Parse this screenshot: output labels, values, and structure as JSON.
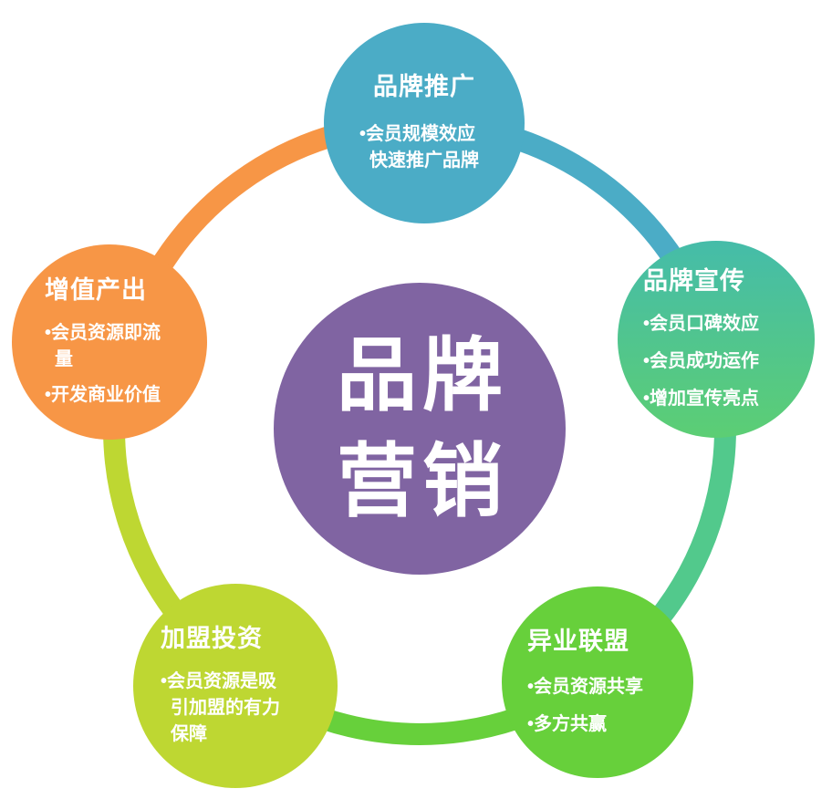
{
  "diagram_title": "品牌营销",
  "center": {
    "lines": [
      "品牌",
      "营销"
    ],
    "color": "#8064A2"
  },
  "nodes": [
    {
      "position": "top",
      "title": "品牌推广",
      "color": "#4BACC6",
      "bullets": [
        "会员规模效应快速推广品牌"
      ]
    },
    {
      "position": "right",
      "title": "品牌宣传",
      "color": "#45BCA9",
      "color2": "#5CCE74",
      "bullets": [
        "会员口碑效应",
        "会员成功运作",
        "增加宣传亮点"
      ]
    },
    {
      "position": "bottom-right",
      "title": "异业联盟",
      "color": "#67D03B",
      "bullets": [
        "会员资源共享",
        "多方共赢"
      ]
    },
    {
      "position": "bottom-left",
      "title": "加盟投资",
      "color": "#BED732",
      "bullets": [
        "会员资源是吸引加盟的有力保障"
      ]
    },
    {
      "position": "left",
      "title": "增值产出",
      "color": "#F79646",
      "bullets": [
        "会员资源即流量",
        "开发商业价值"
      ]
    }
  ],
  "arcs": [
    {
      "from": "left",
      "to": "top",
      "color": "#F79646"
    },
    {
      "from": "top",
      "to": "right",
      "color": "#4BACC6"
    },
    {
      "from": "right",
      "to": "bottom-right",
      "color": "#52C98C"
    },
    {
      "from": "bottom-right",
      "to": "bottom-left",
      "color": "#67D03B"
    },
    {
      "from": "bottom-left",
      "to": "left",
      "color": "#BED732"
    }
  ]
}
